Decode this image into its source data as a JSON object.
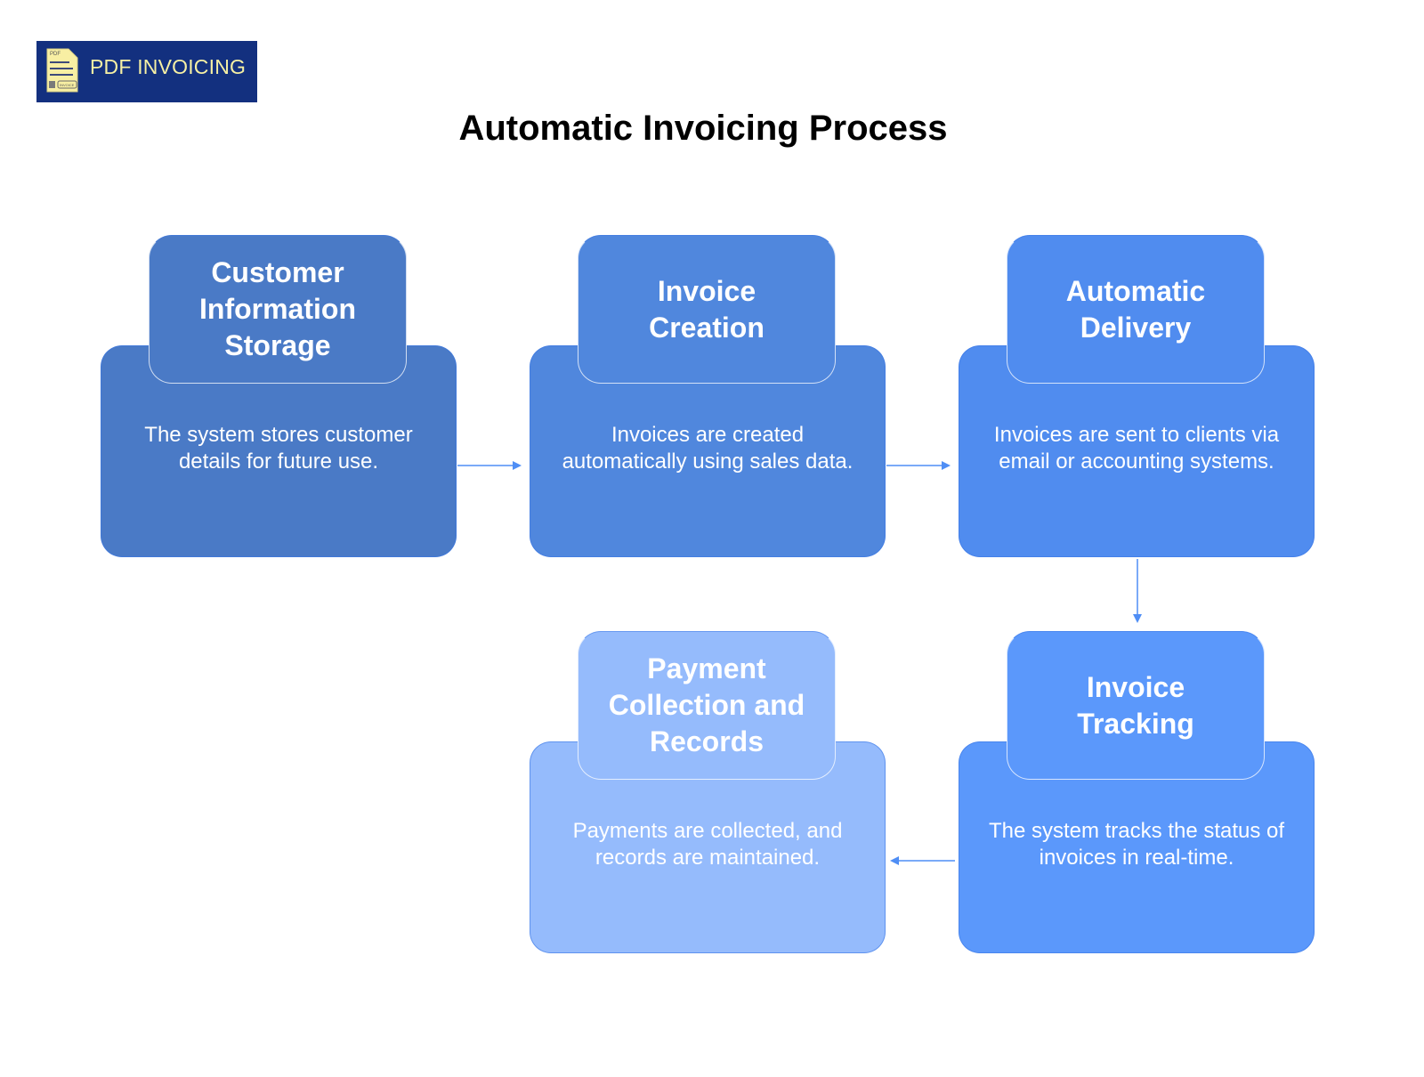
{
  "logo": {
    "text": "PDF INVOICING",
    "icon": "pdf-invoice-document-icon",
    "icon_label_top": "PDF",
    "icon_label_badge": "INVOICE",
    "colors": {
      "background": "#13307f",
      "text": "#f6f0a4"
    }
  },
  "title": "Automatic Invoicing Process",
  "steps": [
    {
      "title": "Customer Information Storage",
      "description": "The system stores customer details for future use.",
      "color": "#4a7ac6"
    },
    {
      "title": "Invoice Creation",
      "description": "Invoices are created automatically using sales data.",
      "color": "#5087dd"
    },
    {
      "title": "Automatic Delivery",
      "description": "Invoices are sent to clients via email or accounting systems.",
      "color": "#508cef"
    },
    {
      "title": "Invoice Tracking",
      "description": "The system tracks the status of invoices in real-time.",
      "color": "#5b98fb"
    },
    {
      "title": "Payment Collection and Records",
      "description": "Payments are collected, and records are maintained.",
      "color": "#95bbfc"
    }
  ],
  "connections": [
    {
      "from": "Customer Information Storage",
      "to": "Invoice Creation"
    },
    {
      "from": "Invoice Creation",
      "to": "Automatic Delivery"
    },
    {
      "from": "Automatic Delivery",
      "to": "Invoice Tracking"
    },
    {
      "from": "Invoice Tracking",
      "to": "Payment Collection and Records"
    }
  ],
  "arrow_color": "#4f8ef5"
}
